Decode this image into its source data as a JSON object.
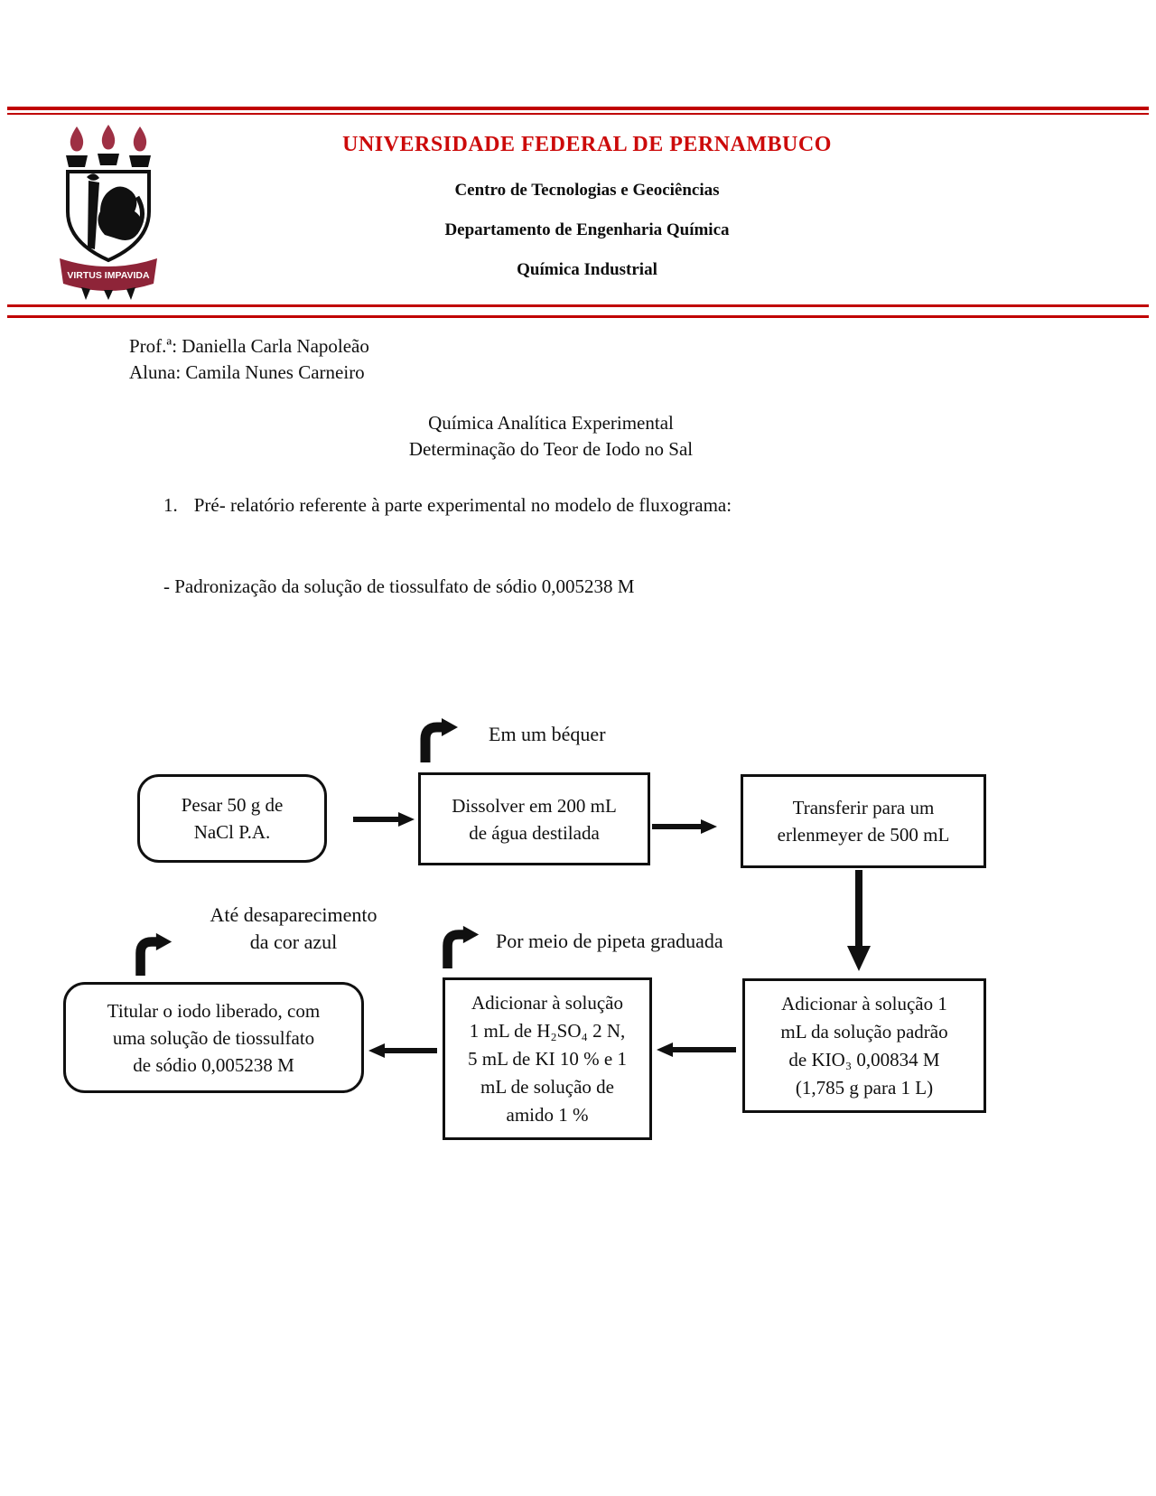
{
  "colors": {
    "rule_red": "#c00000",
    "title_red": "#cc0a0a",
    "logo_flame_red": "#9e3044",
    "logo_banner_red": "#8e2438",
    "ink": "#101010"
  },
  "header": {
    "university": "UNIVERSIDADE FEDERAL DE PERNAMBUCO",
    "center": "Centro de Tecnologias e Geociências",
    "department": "Departamento de Engenharia Química",
    "course": "Química Industrial",
    "motto": "VIRTUS IMPAVIDA"
  },
  "info": {
    "professor": "Prof.ª: Daniella Carla Napoleão",
    "student": "Aluna: Camila Nunes Carneiro"
  },
  "titles": {
    "line1": "Química Analítica Experimental",
    "line2": "Determinação do Teor de Iodo no Sal"
  },
  "list": {
    "number": "1.",
    "text": "Pré- relatório referente à parte experimental no modelo de fluxograma:"
  },
  "subtitle": "- Padronização da solução de tiossulfato de sódio 0,005238 M",
  "flowchart": {
    "annotations": {
      "beaker": "Em um béquer",
      "disappear1": "Até desaparecimento",
      "disappear2": "da cor azul",
      "pipette": "Por meio de pipeta graduada"
    },
    "boxes": {
      "weigh": {
        "lines": [
          "Pesar 50 g de",
          "NaCl P.A."
        ]
      },
      "dissolve": {
        "lines": [
          "Dissolver em 200 mL",
          "de água destilada"
        ]
      },
      "transfer": {
        "lines": [
          "Transferir para um",
          "erlenmeyer de 500 mL"
        ]
      },
      "titrate": {
        "lines": [
          "Titular o iodo liberado, com",
          "uma solução de tiossulfato",
          "de sódio 0,005238 M"
        ]
      },
      "reagents": {
        "lines": [
          "Adicionar à solução",
          "1 mL de H₂SO₄ 2 N,",
          "5 mL de KI 10 % e 1",
          "mL de solução de",
          "amido 1 %"
        ]
      },
      "standard": {
        "lines": [
          "Adicionar à solução 1",
          "mL da solução padrão",
          "de KIO₃ 0,00834 M",
          "(1,785 g para 1 L)"
        ]
      }
    }
  }
}
